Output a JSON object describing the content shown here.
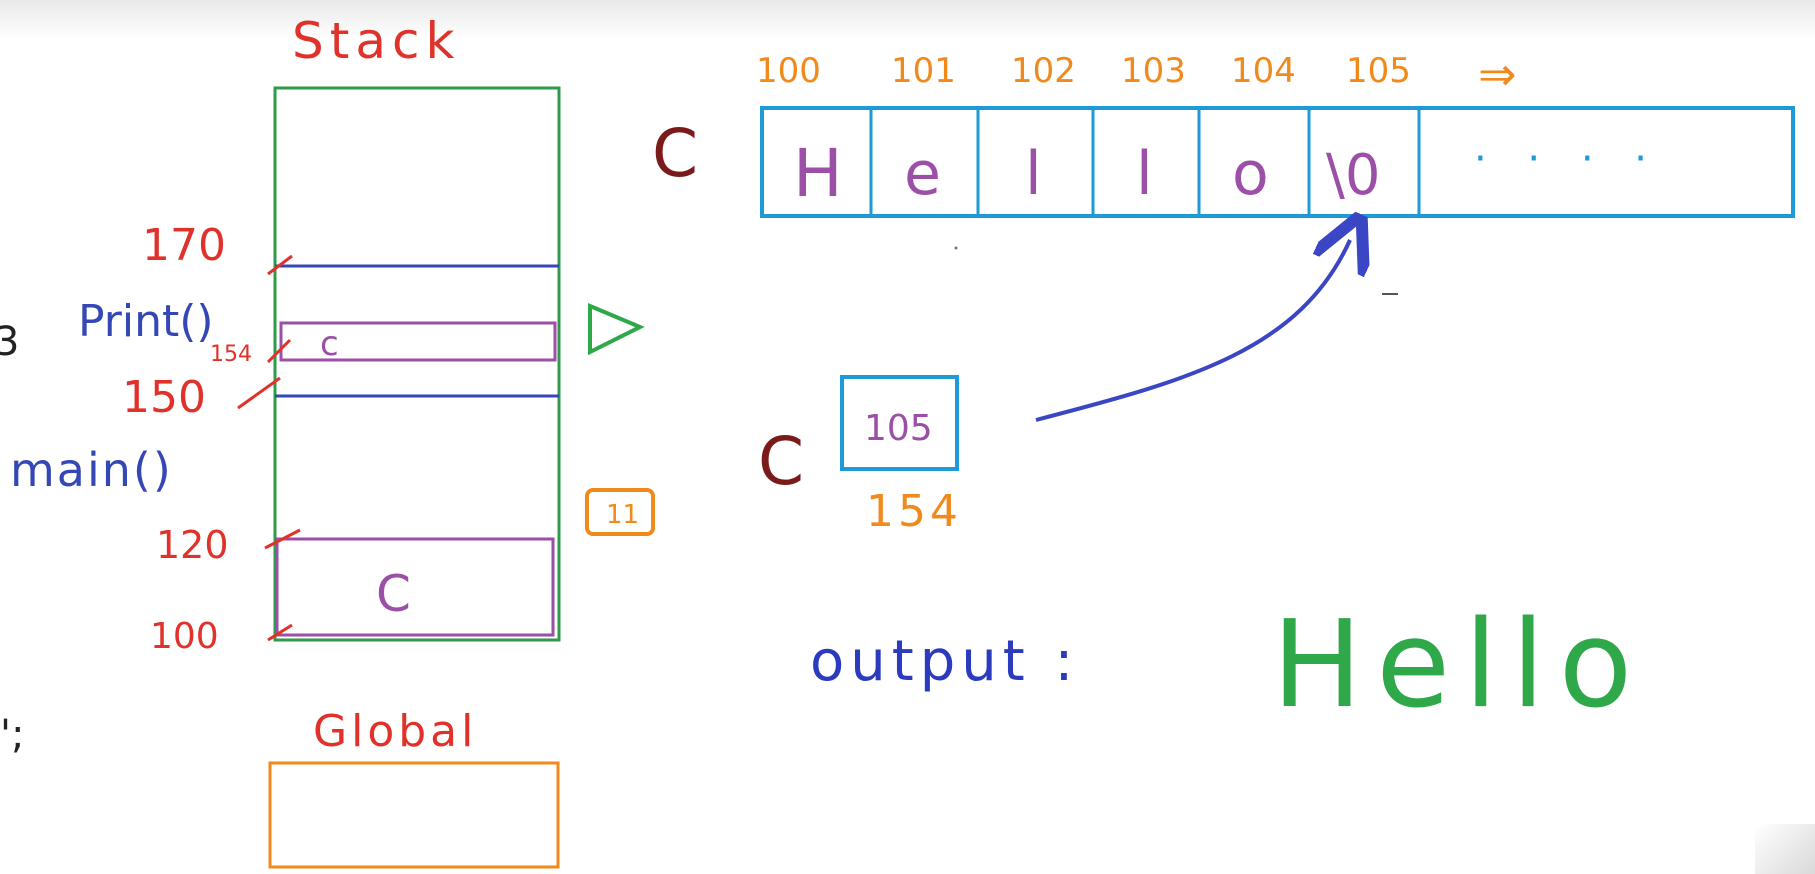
{
  "stack_label": "Stack",
  "global_label": "Global",
  "frames": {
    "print": "Print()",
    "main": "main()"
  },
  "addresses": {
    "a170": "170",
    "a154": "154",
    "a150": "150",
    "a120": "120",
    "a100": "100"
  },
  "stack_cells": {
    "print_c": "c",
    "main_c": "C"
  },
  "markers": {
    "play": "▷",
    "boxed_number": "11"
  },
  "array": {
    "name": "C",
    "indices": [
      "100",
      "101",
      "102",
      "103",
      "104",
      "105"
    ],
    "arrow": "⇒",
    "cells": [
      "H",
      "e",
      "l",
      "l",
      "o",
      "\\0"
    ],
    "trailing": "· · · ·"
  },
  "pointer": {
    "name": "C",
    "value": "105",
    "address": "154"
  },
  "output": {
    "label": "output :",
    "value": "Hello"
  },
  "code_fragments": {
    "brace": "3",
    "semicolon": "';"
  },
  "colors": {
    "stack_green": "#2e9b4a",
    "frame_blue": "#3547b5",
    "cell_purple": "#9b4fa6",
    "address_red": "#e0322a",
    "index_orange": "#f08a1c",
    "array_blue": "#1e9ad6",
    "name_maroon": "#7a1a1a",
    "arrow_blue": "#3b46c4",
    "output_green": "#2fa84a",
    "output_label_blue": "#2c3bbd"
  }
}
